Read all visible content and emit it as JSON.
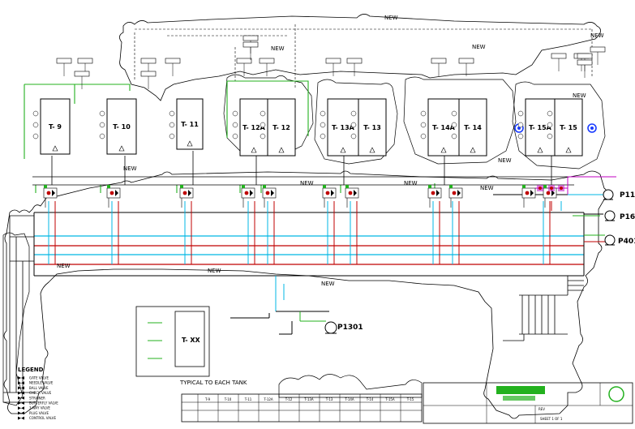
{
  "tanks": [
    {
      "id": "t9",
      "label": "T- 9"
    },
    {
      "id": "t10",
      "label": "T- 10"
    },
    {
      "id": "t11",
      "label": "T- 11"
    },
    {
      "id": "t12a",
      "label": "T- 12A"
    },
    {
      "id": "t12b",
      "label": "T- 12"
    },
    {
      "id": "t13a",
      "label": "T- 13A"
    },
    {
      "id": "t13b",
      "label": "T- 13"
    },
    {
      "id": "t14a",
      "label": "T- 14A"
    },
    {
      "id": "t14b",
      "label": "T- 14"
    },
    {
      "id": "t15a",
      "label": "T- 15A"
    },
    {
      "id": "t15b",
      "label": "T- 15"
    }
  ],
  "typical_tank_label": "T- XX",
  "typical_note": "TYPICAL TO EACH TANK",
  "pumps": [
    {
      "id": "p11",
      "label": "P11"
    },
    {
      "id": "p16",
      "label": "P16"
    },
    {
      "id": "p401",
      "label": "P401"
    },
    {
      "id": "p1301",
      "label": "P1301"
    }
  ],
  "new_markers": [
    "NEW",
    "NEW",
    "NEW",
    "NEW",
    "NEW",
    "NEW",
    "NEW",
    "NEW",
    "NEW",
    "NEW",
    "NEW",
    "NEW",
    "NEW"
  ],
  "legend_title": "LEGEND",
  "legend_items": [
    "GATE VALVE",
    "NEEDLE VALVE",
    "BALL VALVE",
    "CHECK VALVE",
    "STRAINER",
    "BUTTERFLY VALVE",
    "3 WAY VALVE",
    "PLUG VALVE",
    "CONTROL VALVE"
  ],
  "bottom_table_headers": [
    "T-9",
    "T-10",
    "T-11",
    "T-12A",
    "T-12",
    "T-13A",
    "T-13",
    "T-14A",
    "T-14",
    "T-15A",
    "T-15"
  ],
  "title_block": {
    "sheet": "SHEET 1 OF 1",
    "rev": "REV"
  }
}
